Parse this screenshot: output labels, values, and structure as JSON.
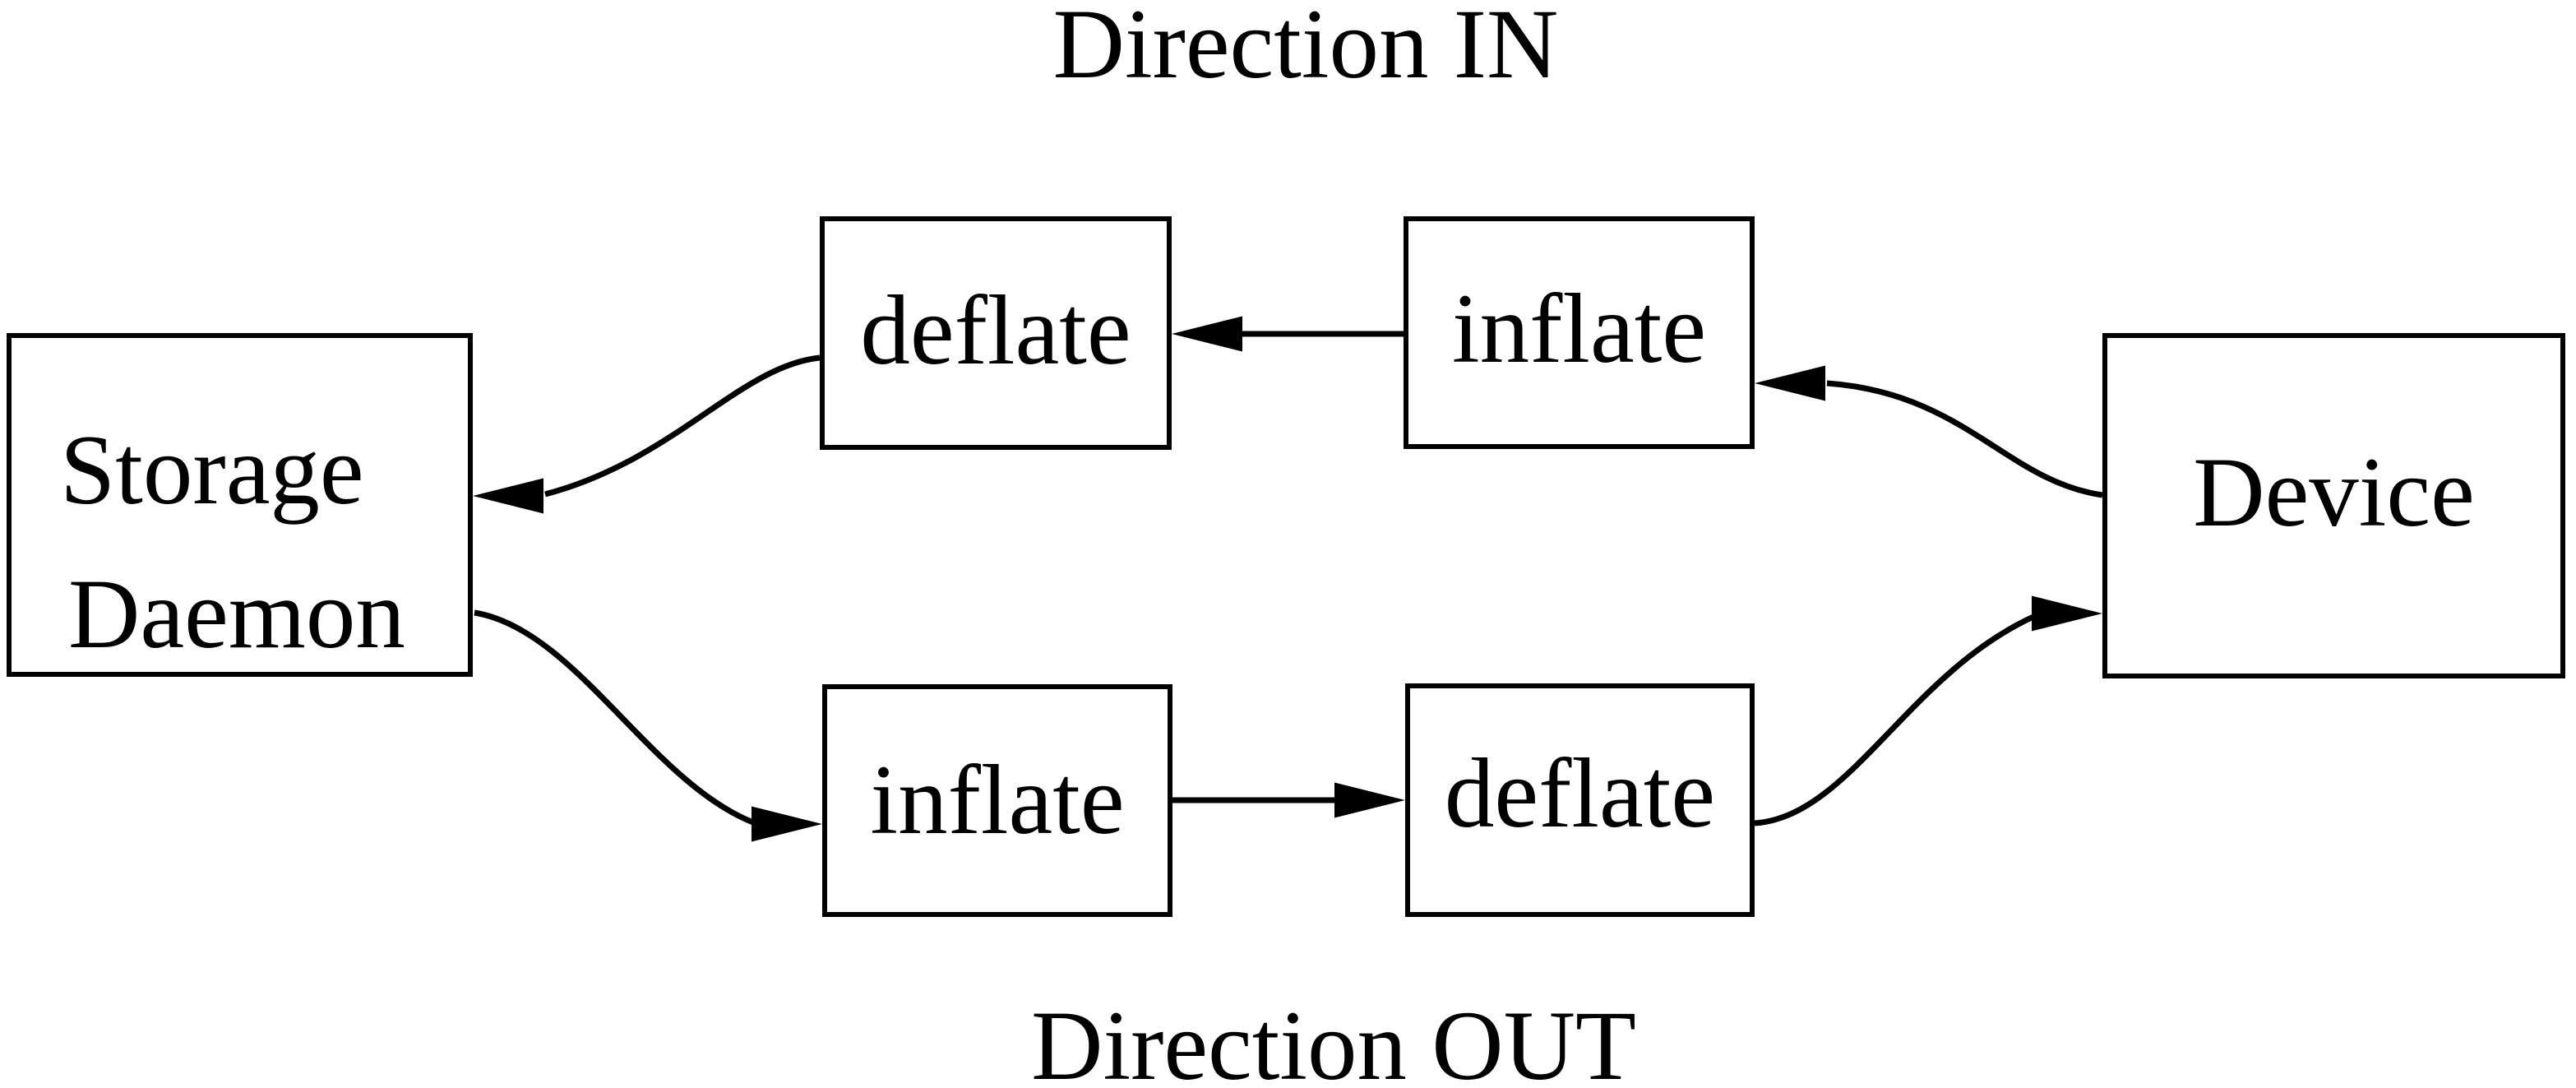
{
  "diagram": {
    "titles": {
      "direction_in": "Direction IN",
      "direction_out": "Direction OUT"
    },
    "nodes": {
      "storage_daemon": {
        "label_line1": "Storage",
        "label_line2": "Daemon"
      },
      "deflate_top": {
        "label": "deflate"
      },
      "inflate_top": {
        "label": "inflate"
      },
      "inflate_bottom": {
        "label": "inflate"
      },
      "deflate_bottom": {
        "label": "deflate"
      },
      "device": {
        "label": "Device"
      }
    },
    "edges": [
      {
        "name": "device-to-inflate-top",
        "from": "Device",
        "to": "inflate (top)",
        "flow": "Direction IN"
      },
      {
        "name": "inflate-top-to-deflate-top",
        "from": "inflate (top)",
        "to": "deflate (top)",
        "flow": "Direction IN"
      },
      {
        "name": "deflate-top-to-storage-daemon",
        "from": "deflate (top)",
        "to": "Storage Daemon",
        "flow": "Direction IN"
      },
      {
        "name": "storage-daemon-to-inflate-bottom",
        "from": "Storage Daemon",
        "to": "inflate (bottom)",
        "flow": "Direction OUT"
      },
      {
        "name": "inflate-bottom-to-deflate-bottom",
        "from": "inflate (bottom)",
        "to": "deflate (bottom)",
        "flow": "Direction OUT"
      },
      {
        "name": "deflate-bottom-to-device",
        "from": "deflate (bottom)",
        "to": "Device",
        "flow": "Direction OUT"
      }
    ],
    "colors": {
      "stroke": "#000000",
      "background": "#ffffff"
    }
  }
}
